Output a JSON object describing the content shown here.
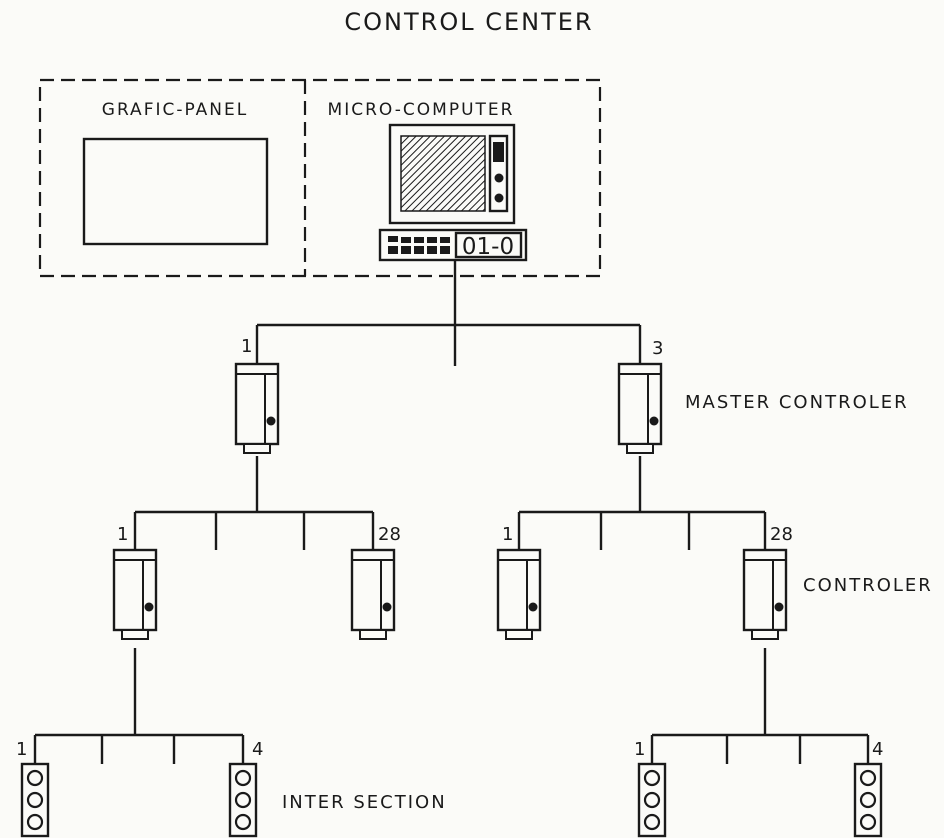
{
  "diagram": {
    "title": "CONTROL CENTER",
    "grafic_panel_label": "GRAFIC-PANEL",
    "micro_computer_label": "MICRO-COMPUTER",
    "display_digits": "01-0",
    "master_controller_label": "MASTER CONTROLER",
    "controller_label": "CONTROLER",
    "intersection_label": "INTER SECTION",
    "master_left_number": "1",
    "master_right_number": "3",
    "ctrl_left_first_number": "1",
    "ctrl_left_last_number": "28",
    "ctrl_right_first_number": "1",
    "ctrl_right_last_number": "28",
    "inter_left_first_number": "1",
    "inter_left_last_number": "4",
    "inter_right_first_number": "1",
    "inter_right_last_number": "4"
  }
}
